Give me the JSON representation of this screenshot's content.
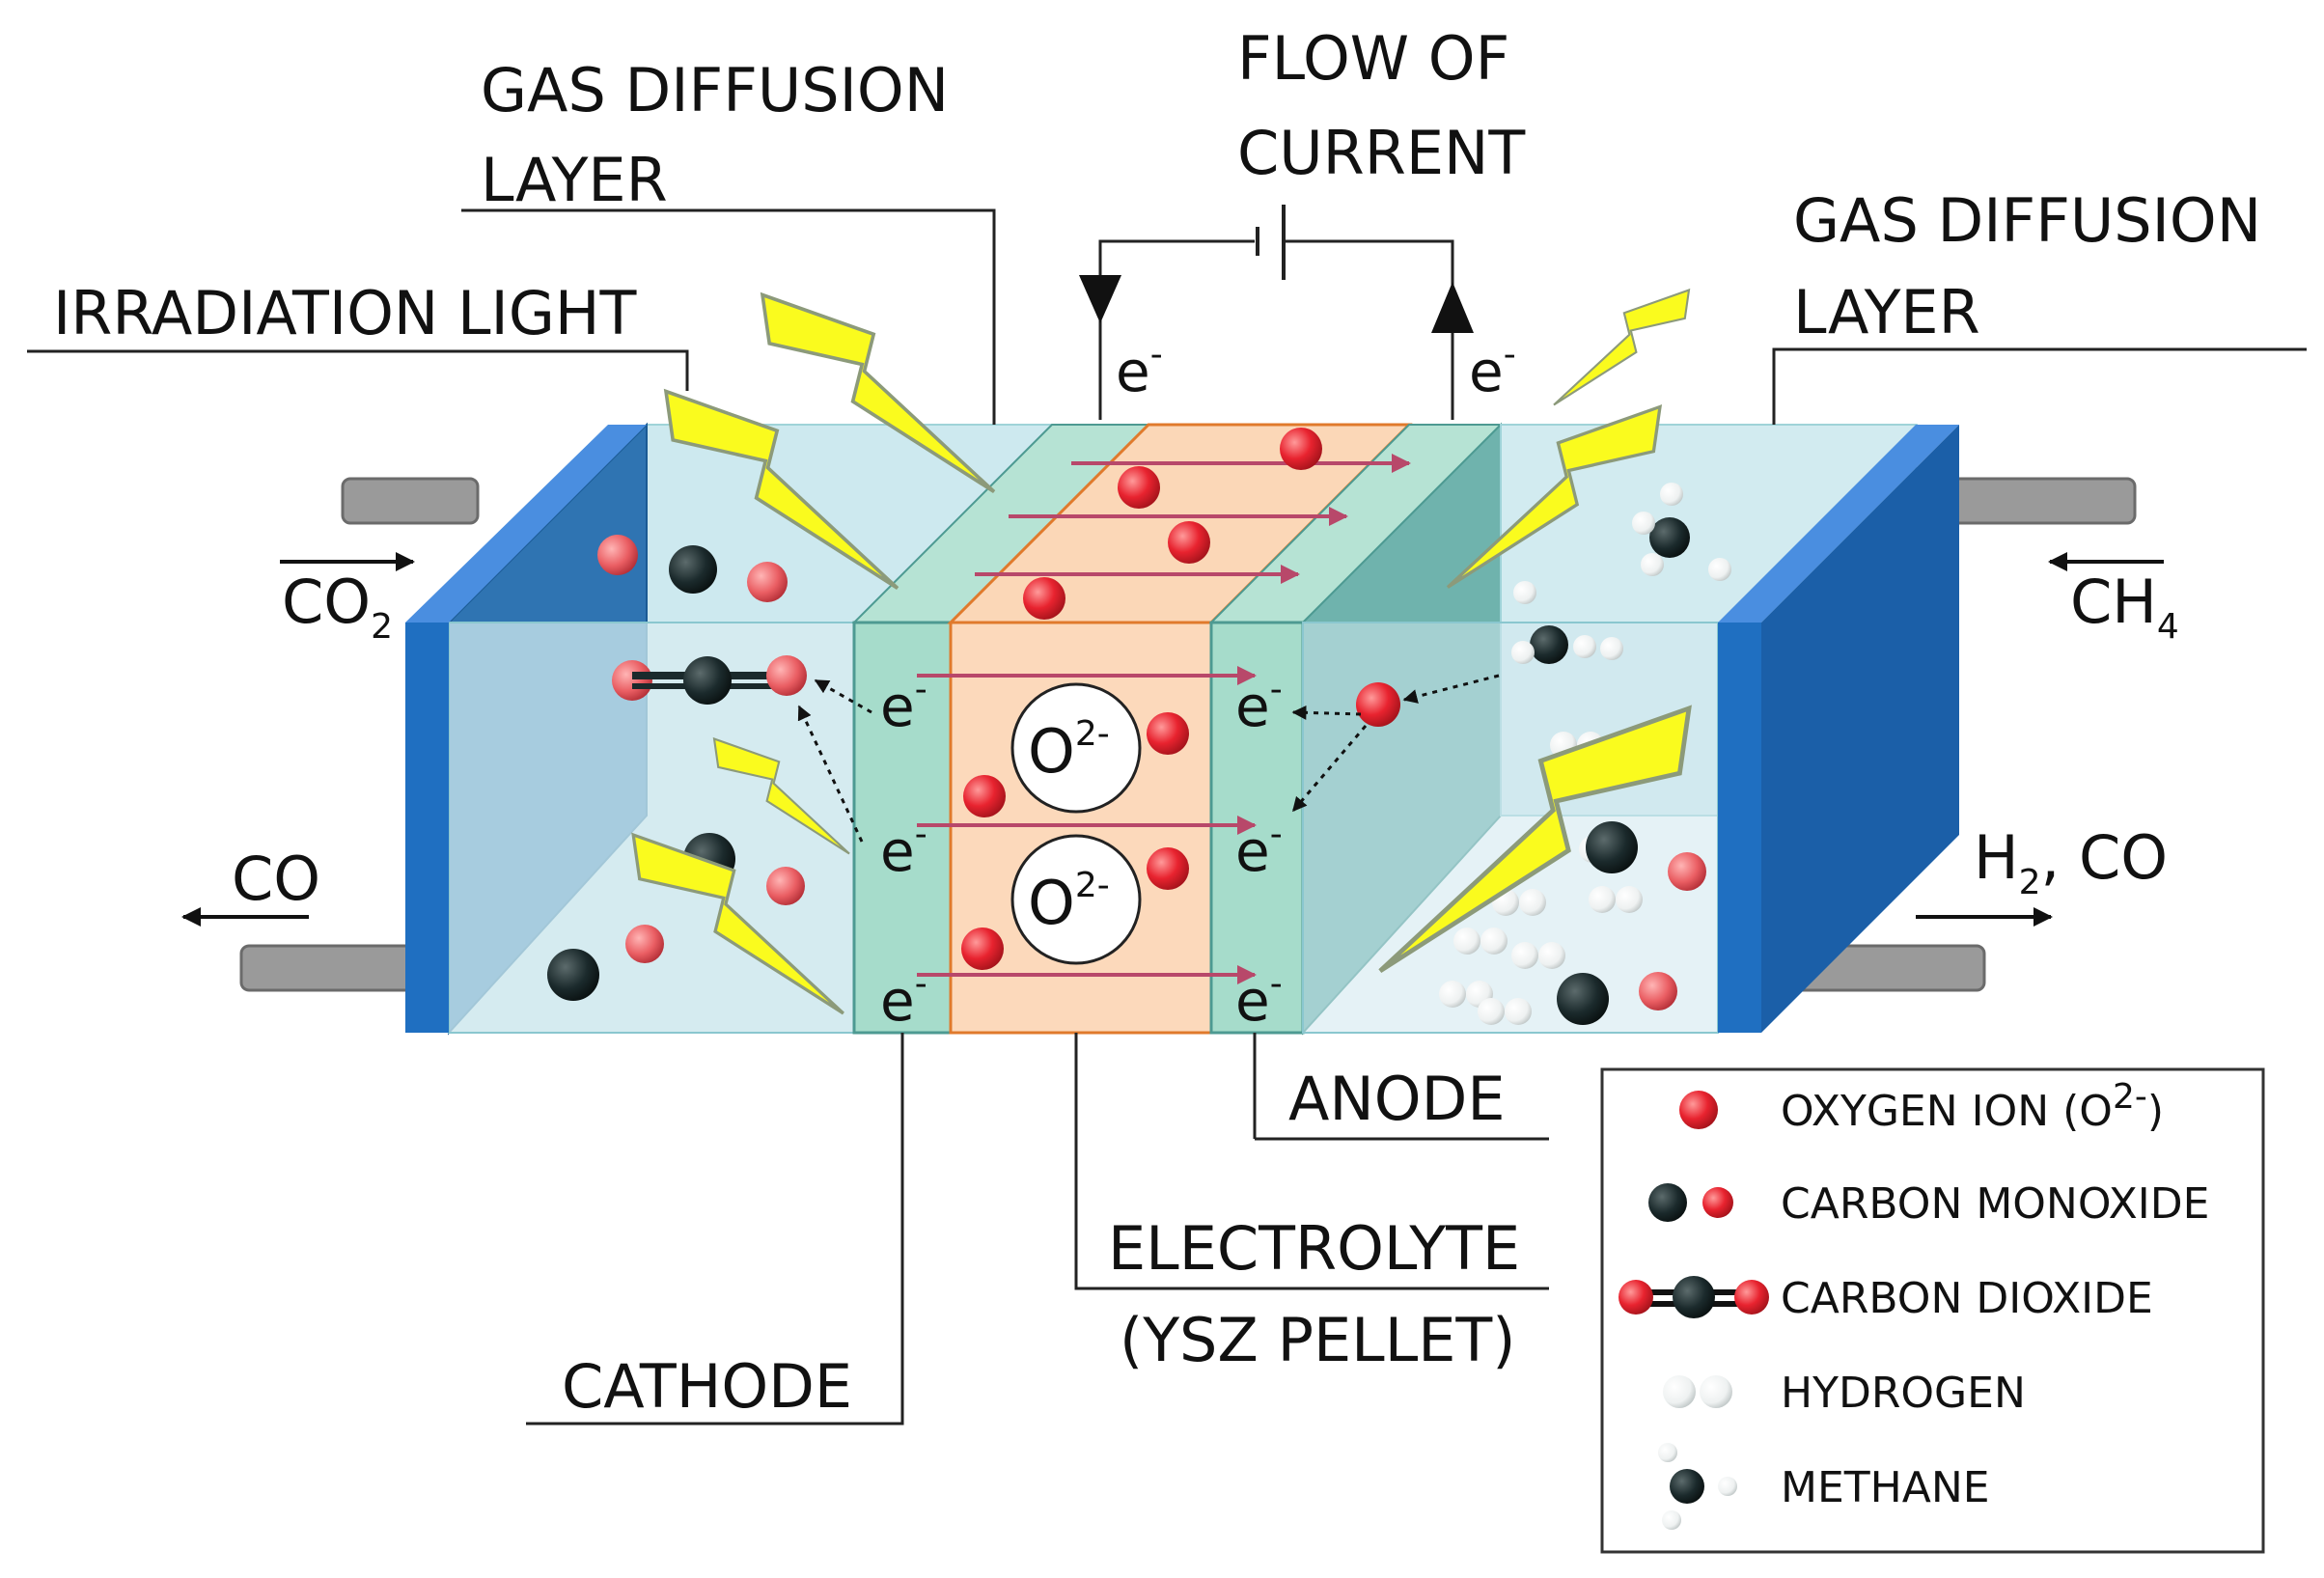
{
  "labels": {
    "gdl_left_1": "GAS DIFFUSION",
    "gdl_left_2": "LAYER",
    "flow_1": "FLOW OF",
    "flow_2": "CURRENT",
    "gdl_right_1": "GAS DIFFUSION",
    "gdl_right_2": "LAYER",
    "irradiation": "IRRADIATION LIGHT",
    "co2_in": "CO",
    "co2_sub": "2",
    "ch4_in": "CH",
    "ch4_sub": "4",
    "co_out": "CO",
    "h2_pre": "H",
    "h2_sub": "2",
    "h2_post": ", CO",
    "anode": "ANODE",
    "electrolyte_1": "ELECTROLYTE",
    "electrolyte_2": "(YSZ PELLET)",
    "cathode": "CATHODE",
    "electron": "e",
    "electron_sup": "-",
    "oxide": "O",
    "oxide_sup": "2-"
  },
  "legend": {
    "oxygen_ion": "OXYGEN ION (O",
    "oxygen_ion_sup": "2-",
    "oxygen_ion_close": ")",
    "carbon_monoxide": "CARBON MONOXIDE",
    "carbon_dioxide": "CARBON DIOXIDE",
    "hydrogen": "HYDROGEN",
    "methane": "METHANE"
  },
  "colors": {
    "gas_chamber": "#cfe8ef",
    "end_plate": "#1f6fc1",
    "electrode": "#a6dccb",
    "electrolyte": "#fbd7b7",
    "oxygen": "#e8232f",
    "carbon": "#1b2a2c",
    "light_bolt": "#fafb1e"
  }
}
